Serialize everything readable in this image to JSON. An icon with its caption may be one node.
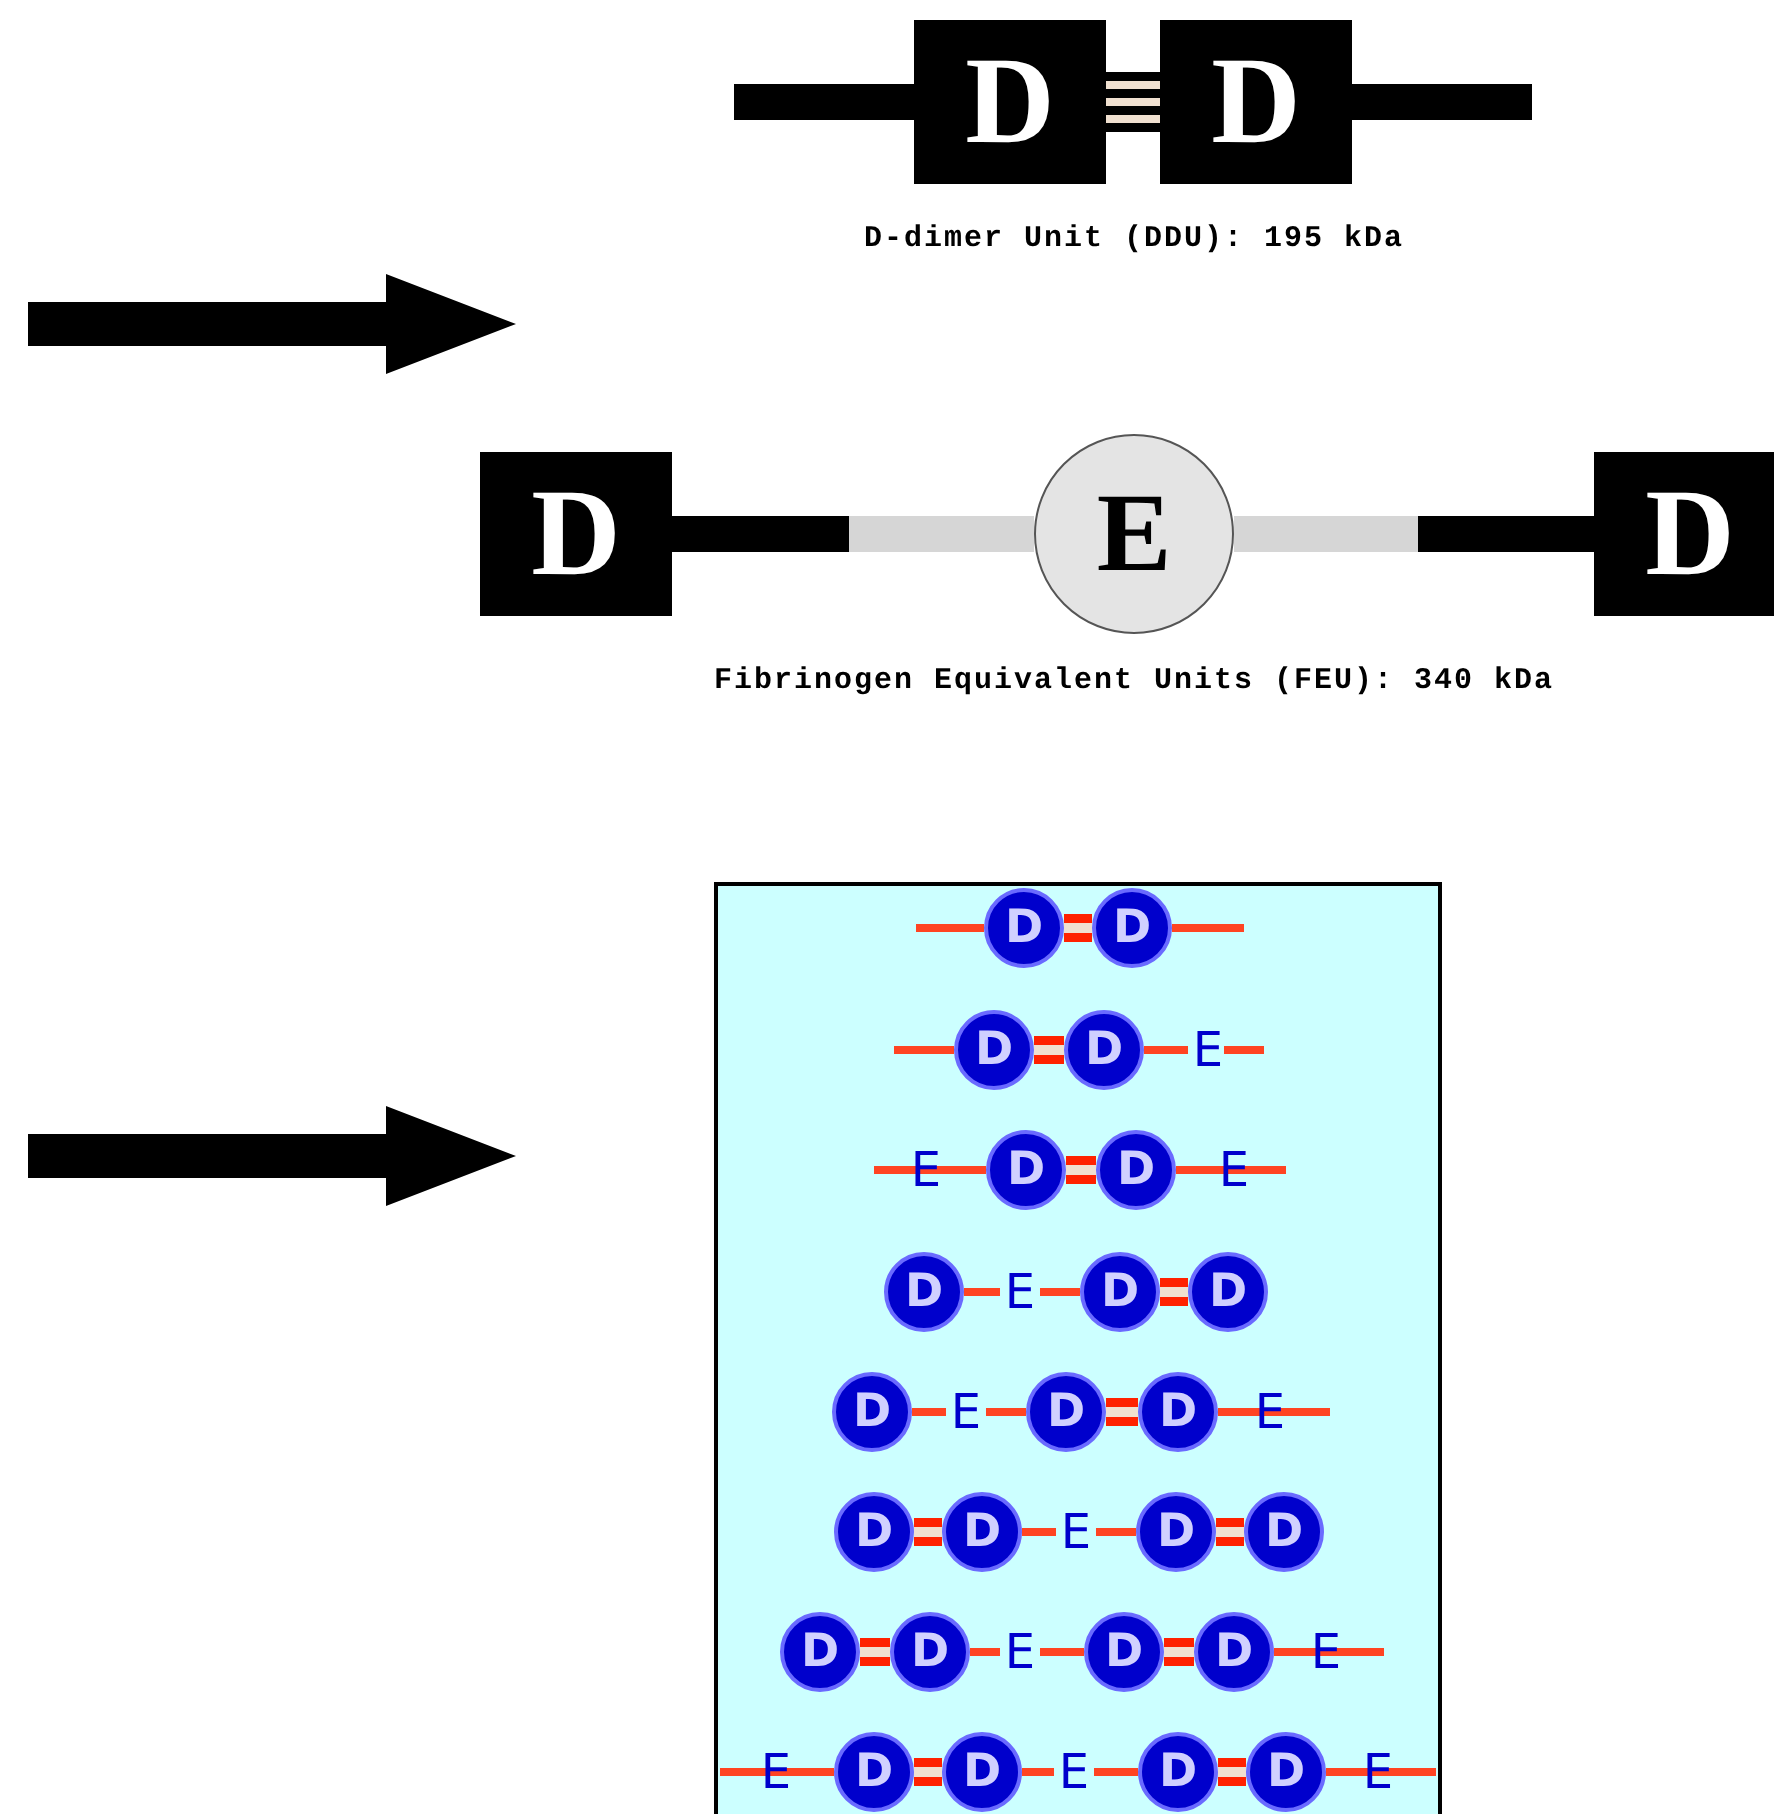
{
  "diagram": {
    "nodes": [
      {
        "text": [
          "D"
        ]
      },
      {
        "text": [
          "D"
        ]
      },
      {
        "text": [
          "D"
        ]
      },
      {
        "text": [
          "E"
        ]
      },
      {
        "text": [
          "D"
        ]
      },
      {
        "text": [],
        "shape": "box"
      },
      {
        "text": [
          "D"
        ],
        "in": 5
      },
      {
        "text": [
          "D"
        ],
        "in": 5
      },
      {
        "text": [
          "D"
        ],
        "in": 5
      },
      {
        "text": [
          "D"
        ],
        "in": 5
      },
      {
        "text": [
          "E"
        ],
        "in": 5
      },
      {
        "text": [
          "E"
        ],
        "in": 5
      },
      {
        "text": [
          "D"
        ],
        "in": 5
      },
      {
        "text": [
          "D"
        ],
        "in": 5
      },
      {
        "text": [
          "E"
        ],
        "in": 5
      },
      {
        "text": [
          "D"
        ],
        "in": 5
      },
      {
        "text": [
          "E"
        ],
        "in": 5
      },
      {
        "text": [
          "D"
        ],
        "in": 5
      },
      {
        "text": [
          "D"
        ],
        "in": 5
      },
      {
        "text": [
          "D"
        ],
        "in": 5
      },
      {
        "text": [
          "E"
        ],
        "in": 5
      },
      {
        "text": [
          "D"
        ],
        "in": 5
      },
      {
        "text": [
          "D"
        ],
        "in": 5
      },
      {
        "text": [
          "E"
        ],
        "in": 5
      },
      {
        "text": [
          "D"
        ],
        "in": 5
      },
      {
        "text": [
          "D"
        ],
        "in": 5
      },
      {
        "text": [
          "E"
        ],
        "in": 5
      },
      {
        "text": [
          "D"
        ],
        "in": 5
      },
      {
        "text": [
          "D"
        ],
        "in": 5
      },
      {
        "text": [
          "D"
        ],
        "in": 5
      },
      {
        "text": [
          "D"
        ],
        "in": 5
      },
      {
        "text": [
          "E"
        ],
        "in": 5
      },
      {
        "text": [
          "D"
        ],
        "in": 5
      },
      {
        "text": [
          "D"
        ],
        "in": 5
      },
      {
        "text": [
          "E"
        ],
        "in": 5
      },
      {
        "text": [
          "E"
        ],
        "in": 5
      },
      {
        "text": [
          "D"
        ],
        "in": 5
      },
      {
        "text": [
          "D"
        ],
        "in": 5
      },
      {
        "text": [
          "E"
        ],
        "in": 5
      },
      {
        "text": [
          "D"
        ],
        "in": 5
      },
      {
        "text": [
          "D"
        ],
        "in": 5
      },
      {
        "text": [
          "E"
        ],
        "in": 5
      }
    ],
    "edges": [
      {
        "from": 0,
        "to": 1,
        "arrow": "none",
        "style": "thick",
        "color": "#000000"
      },
      {
        "from": 2,
        "to": 3,
        "arrow": "none",
        "color": "#000000"
      },
      {
        "from": 3,
        "to": 4,
        "arrow": "none",
        "color": "#000000"
      },
      {
        "from": 6,
        "to": 7,
        "arrow": "none",
        "style": "thick"
      },
      {
        "from": 8,
        "to": 9,
        "arrow": "none",
        "style": "thick"
      },
      {
        "from": 9,
        "to": 10,
        "arrow": "none"
      },
      {
        "from": 11,
        "to": 12,
        "arrow": "none"
      },
      {
        "from": 12,
        "to": 13,
        "arrow": "none",
        "style": "thick"
      },
      {
        "from": 13,
        "to": 14,
        "arrow": "none"
      },
      {
        "from": 15,
        "to": 16,
        "arrow": "none"
      },
      {
        "from": 16,
        "to": 17,
        "arrow": "none"
      },
      {
        "from": 17,
        "to": 18,
        "arrow": "none",
        "style": "thick"
      },
      {
        "from": 19,
        "to": 20,
        "arrow": "none"
      },
      {
        "from": 20,
        "to": 21,
        "arrow": "none"
      },
      {
        "from": 21,
        "to": 22,
        "arrow": "none",
        "style": "thick"
      },
      {
        "from": 22,
        "to": 23,
        "arrow": "none"
      },
      {
        "from": 24,
        "to": 25,
        "arrow": "none",
        "style": "thick"
      },
      {
        "from": 25,
        "to": 26,
        "arrow": "none"
      },
      {
        "from": 26,
        "to": 27,
        "arrow": "none"
      },
      {
        "from": 27,
        "to": 28,
        "arrow": "none",
        "style": "thick"
      },
      {
        "from": 29,
        "to": 30,
        "arrow": "none",
        "style": "thick"
      },
      {
        "from": 30,
        "to": 31,
        "arrow": "none"
      },
      {
        "from": 31,
        "to": 32,
        "arrow": "none"
      },
      {
        "from": 32,
        "to": 33,
        "arrow": "none",
        "style": "thick"
      },
      {
        "from": 33,
        "to": 34,
        "arrow": "none"
      },
      {
        "from": 35,
        "to": 36,
        "arrow": "none"
      },
      {
        "from": 36,
        "to": 37,
        "arrow": "none",
        "style": "thick"
      },
      {
        "from": 37,
        "to": 38,
        "arrow": "none"
      },
      {
        "from": 38,
        "to": 39,
        "arrow": "none"
      },
      {
        "from": 39,
        "to": 40,
        "arrow": "none",
        "style": "thick"
      },
      {
        "from": 40,
        "to": 41,
        "arrow": "none"
      }
    ],
    "labels": [
      "D-dimer Unit (DDU): 195 kDa",
      "Fibrinogen Equivalent Units (FEU): 340 kDa"
    ]
  }
}
